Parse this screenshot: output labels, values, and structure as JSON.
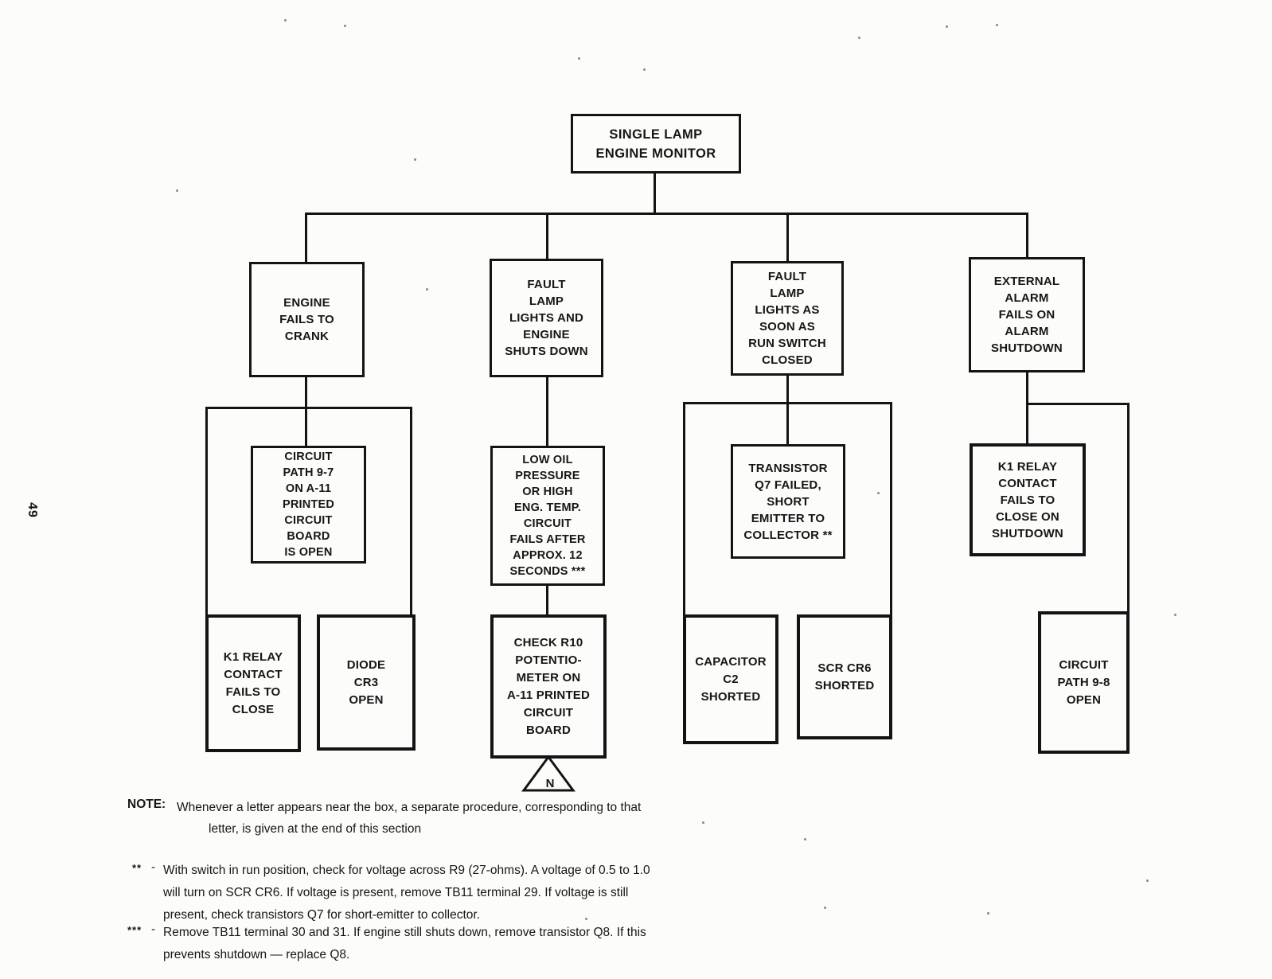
{
  "page": {
    "number": "49"
  },
  "boxes": {
    "root": "SINGLE LAMP\nENGINE MONITOR",
    "engine_fails_to_crank": "ENGINE\nFAILS TO\nCRANK",
    "fault_lamp_shuts_down": "FAULT\nLAMP\nLIGHTS AND\nENGINE\nSHUTS DOWN",
    "fault_lamp_run_switch": "FAULT\nLAMP\nLIGHTS AS\nSOON AS\nRUN SWITCH\nCLOSED",
    "external_alarm": "EXTERNAL\nALARM\nFAILS ON\nALARM\nSHUTDOWN",
    "circuit_path_9_7": "CIRCUIT\nPATH 9-7\nON A-11\nPRINTED\nCIRCUIT\nBOARD\nIS OPEN",
    "k1_relay_fails_close": "K1 RELAY\nCONTACT\nFAILS TO\nCLOSE",
    "diode_cr3_open": "DIODE\nCR3\nOPEN",
    "low_oil_pressure": "LOW OIL\nPRESSURE\nOR HIGH\nENG. TEMP.\nCIRCUIT\nFAILS AFTER\nAPPROX. 12\nSECONDS ***",
    "check_r10": "CHECK R10\nPOTENTIO-\nMETER ON\nA-11 PRINTED\nCIRCUIT\nBOARD",
    "transistor_q7": "TRANSISTOR\nQ7 FAILED,\nSHORT\nEMITTER TO\nCOLLECTOR **",
    "capacitor_c2": "CAPACITOR\nC2\nSHORTED",
    "scr_cr6": "SCR CR6\nSHORTED",
    "k1_relay_shutdown": "K1 RELAY\nCONTACT\nFAILS TO\nCLOSE ON\nSHUTDOWN",
    "circuit_path_9_8": "CIRCUIT\nPATH 9-8\nOPEN"
  },
  "connector_letter": "N",
  "note": {
    "label": "NOTE:",
    "text": "Whenever a letter appears near the box, a separate procedure, corresponding to that\nletter, is given at the end of this section"
  },
  "footnotes": [
    {
      "marker": "**",
      "dash": "-",
      "text": "With switch in run position, check for voltage across R9 (27-ohms). A voltage of 0.5 to 1.0\nwill turn on SCR CR6. If voltage is present, remove TB11 terminal 29. If voltage is still\npresent, check transistors Q7 for short-emitter to collector."
    },
    {
      "marker": "***",
      "dash": "-",
      "text": "Remove TB11 terminal 30 and 31. If engine still shuts down, remove transistor Q8. If this\nprevents shutdown — replace Q8."
    }
  ]
}
